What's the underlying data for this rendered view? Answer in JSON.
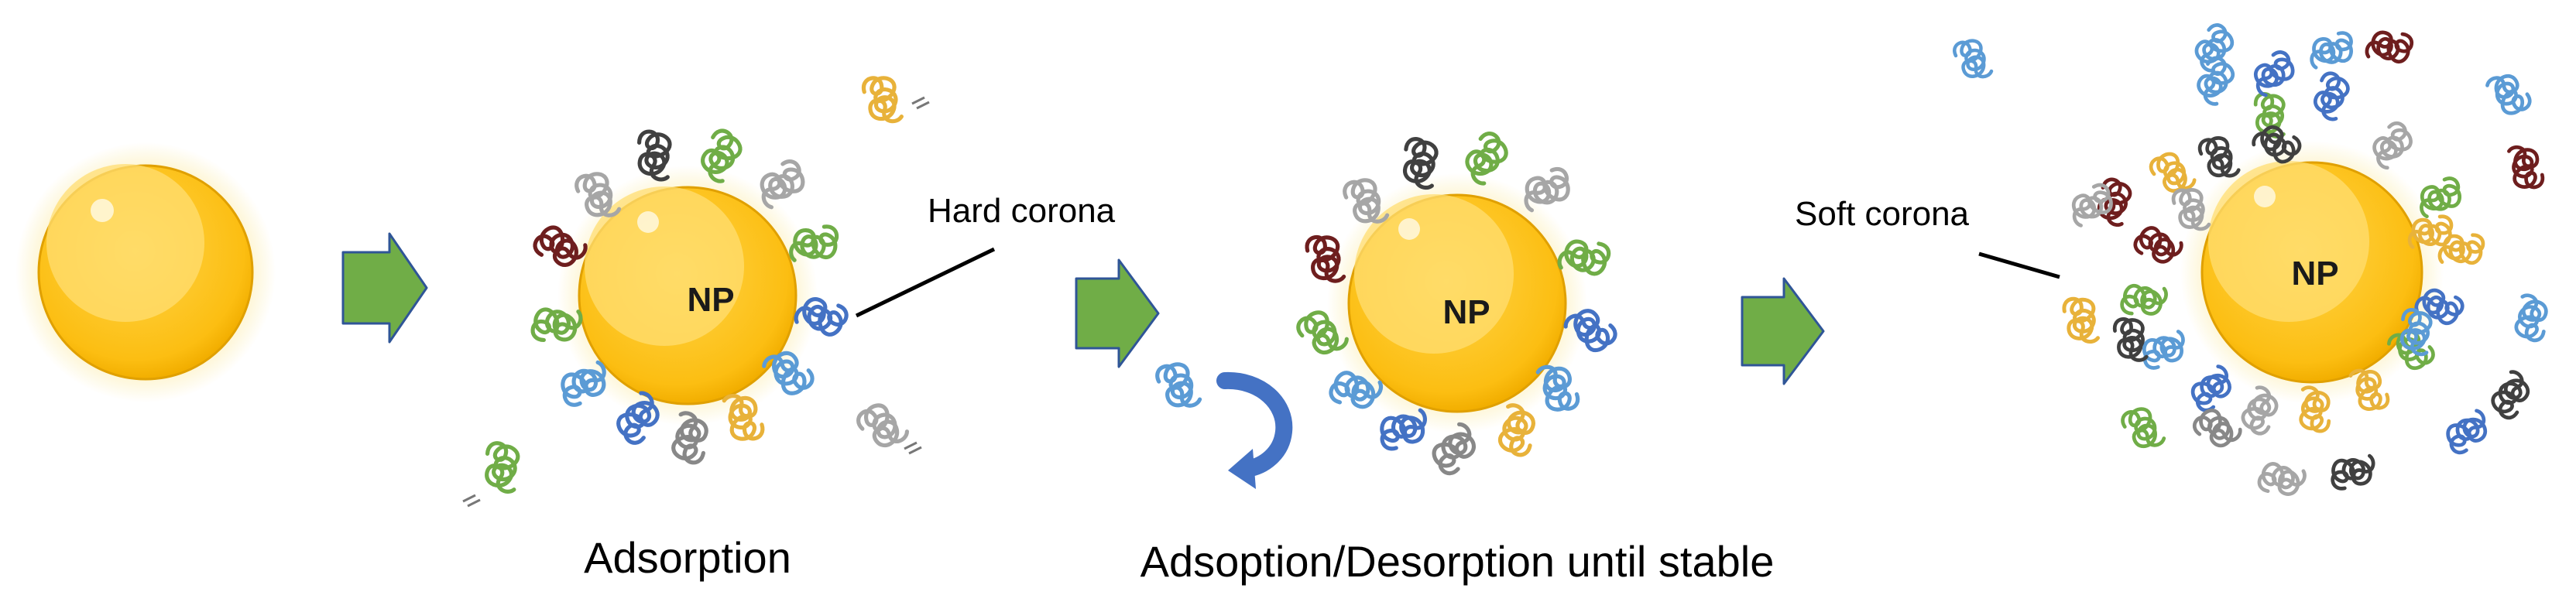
{
  "labels": {
    "np": "NP",
    "hard_corona": "Hard corona",
    "soft_corona": "Soft corona",
    "step_adsorption": "Adsorption",
    "step_exchange": "Adsoption/Desorption until stable"
  },
  "colors": {
    "particle_fill": "#FCC01E",
    "particle_rim": "#E6A200",
    "particle_highlight": "#FFE27A",
    "halo": "#FDF1C0",
    "arrow_green": "#70AD47",
    "arrow_outline": "#2F5597",
    "curl_arrow": "#4472C4",
    "leader_line": "#000000"
  },
  "protein_palette": [
    "#A6A6A6",
    "#404040",
    "#70AD47",
    "#5B9BD5",
    "#4472C4",
    "#E8B23A",
    "#6E1E1E",
    "#888888"
  ],
  "icons": {
    "particle": "nanoparticle-sphere-icon",
    "step_arrow": "right-arrow-icon",
    "exchange_arrow": "curved-arrow-icon",
    "protein": "protein-coil-icon"
  }
}
